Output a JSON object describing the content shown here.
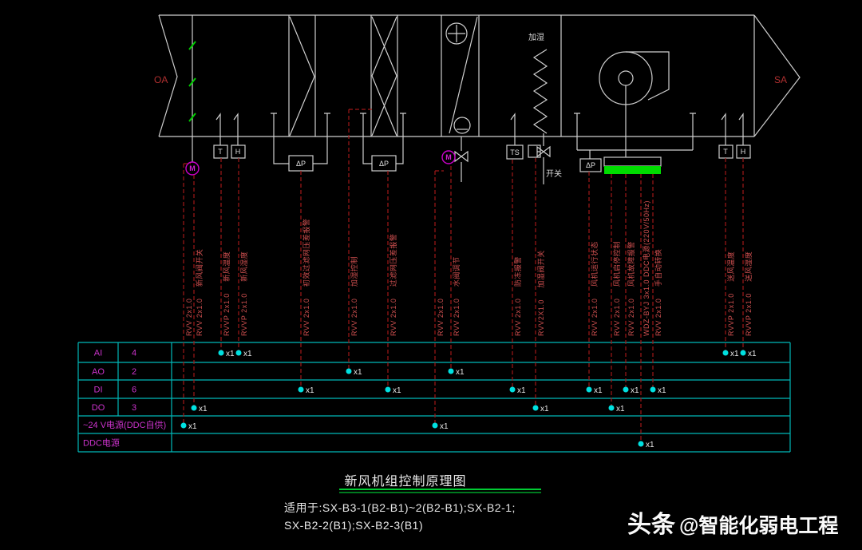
{
  "labels": {
    "oa": "OA",
    "sa": "SA",
    "humidifier": "加湿",
    "valve_switch": "开关",
    "t": "T",
    "h": "H",
    "ts": "TS",
    "dp": "ΔP",
    "motor": "M"
  },
  "io_table": {
    "terminal_label": "x1",
    "rows": [
      {
        "label": "AI",
        "count": "4"
      },
      {
        "label": "AO",
        "count": "2"
      },
      {
        "label": "DI",
        "count": "6"
      },
      {
        "label": "DO",
        "count": "3"
      },
      {
        "label": "~24 V电源(DDC自供)",
        "count": ""
      },
      {
        "label": "DDC电源",
        "count": ""
      }
    ]
  },
  "wires": [
    {
      "cable": "RVV 2x1.0",
      "label": "",
      "row": "PWR24"
    },
    {
      "cable": "RVV 2x1.0",
      "label": "新风阀开关",
      "row": "DO"
    },
    {
      "cable": "RVVP 2x1.0",
      "label": "新风温度",
      "row": "AI"
    },
    {
      "cable": "RVVP 2x1.0",
      "label": "新风湿度",
      "row": "AI"
    },
    {
      "cable": "RVV 2x1.0",
      "label": "初效过滤网压差报警",
      "row": "DI"
    },
    {
      "cable": "RVV 2x1.0",
      "label": "加湿控制",
      "row": "AO"
    },
    {
      "cable": "RVV 2x1.0",
      "label": "过滤网压差报警",
      "row": "DI"
    },
    {
      "cable": "RVV 2x1.0",
      "label": "",
      "row": "PWR24"
    },
    {
      "cable": "RVV 2x1.0",
      "label": "水阀调节",
      "row": "AO"
    },
    {
      "cable": "RVV 2x1.0",
      "label": "防冻报警",
      "row": "DI"
    },
    {
      "cable": "RVV2X1.0",
      "label": "加湿阀开关",
      "row": "DO"
    },
    {
      "cable": "RVV 2x1.0",
      "label": "风机运行状态",
      "row": "DI"
    },
    {
      "cable": "RVV 2x1.0",
      "label": "风机启停控制",
      "row": "DO"
    },
    {
      "cable": "RVV 2x1.0",
      "label": "风机故障报警",
      "row": "DI"
    },
    {
      "cable": "WDZ-BYJ 3x1.0 DDC电源(220V/50Hz)",
      "label": "",
      "row": "DDC"
    },
    {
      "cable": "RVV 2x1.0",
      "label": "手自动转换",
      "row": "DI"
    },
    {
      "cable": "RVVP 2x1.0",
      "label": "送风温度",
      "row": "AI"
    },
    {
      "cable": "RVVP 2x1.0",
      "label": "送风湿度",
      "row": "AI"
    }
  ],
  "footer": {
    "title": "新风机组控制原理图",
    "scope_line1": "适用于:SX-B3-1(B2-B1)~2(B2-B1);SX-B2-1;",
    "scope_line2": "SX-B2-2(B1);SX-B2-3(B1)"
  },
  "watermark": {
    "brand": "头条",
    "handle": "@智能化弱电工程"
  },
  "colors": {
    "duct_line": "#cfcfcf",
    "wire_red": "#a01818",
    "label_red": "#cf5050",
    "table_cyan": "#00b8b8",
    "table_text_magenta": "#cc33cc",
    "dot_cyan": "#00e0e0",
    "motor_magenta": "#cc00cc",
    "green_bar": "#00dd00",
    "blade_green": "#00cc00"
  }
}
